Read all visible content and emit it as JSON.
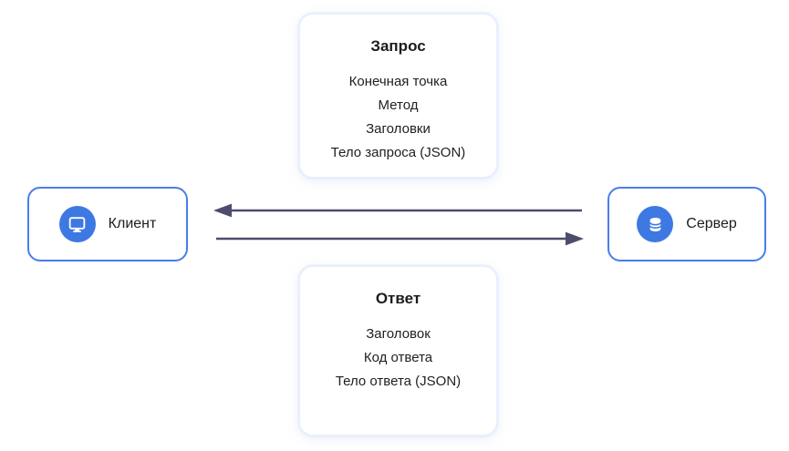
{
  "request_card": {
    "title": "Запрос",
    "items": [
      "Конечная точка",
      "Метод",
      "Заголовки",
      "Тело запроса (JSON)"
    ]
  },
  "response_card": {
    "title": "Ответ",
    "items": [
      "Заголовок",
      "Код ответа",
      "Тело ответа (JSON)"
    ]
  },
  "client_node": {
    "label": "Клиент",
    "icon": "monitor-icon"
  },
  "server_node": {
    "label": "Сервер",
    "icon": "database-icon"
  },
  "arrows": [
    {
      "direction": "left",
      "from": "server",
      "to": "client"
    },
    {
      "direction": "right",
      "from": "client",
      "to": "server"
    }
  ],
  "colors": {
    "node_border": "#4a7de8",
    "icon_circle": "#3e78e3",
    "arrow": "#4e4c6e",
    "card_border": "#e9effd",
    "text": "#1c1c1c"
  }
}
